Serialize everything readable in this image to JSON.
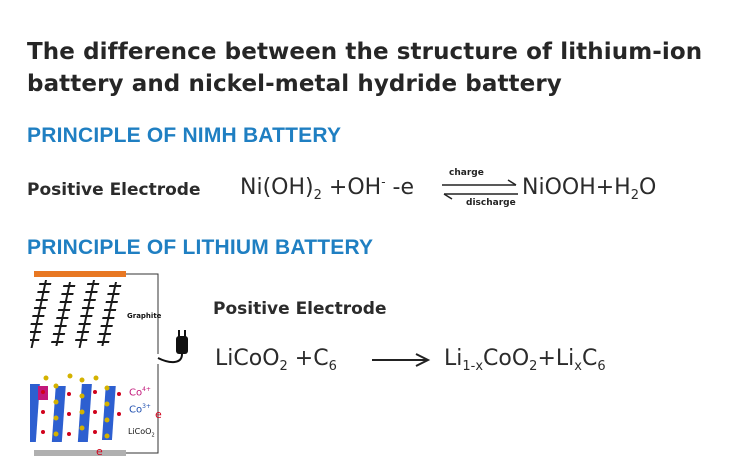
{
  "title_line1": "The difference between the structure of lithium-ion",
  "title_line2": "battery and nickel-metal hydride battery",
  "nimh": {
    "heading": "PRINCIPLE OF NIMH BATTERY",
    "label": "Positive Electrode",
    "lhs_ni": "Ni(OH)",
    "lhs_sub2": "2",
    "lhs_oh": " +OH",
    "lhs_sup": "-",
    "lhs_e": " -e",
    "arrow_top": "charge",
    "arrow_bottom": "discharge",
    "rhs_main": "NiOOH+H",
    "rhs_sub2": "2",
    "rhs_o": "O"
  },
  "li": {
    "heading": "PRINCIPLE OF LITHIUM BATTERY",
    "label": "Positive Electrode",
    "lhs_a": "LiCoO",
    "lhs_sub_a": "2",
    "lhs_b": " +C",
    "lhs_sub_b": "6",
    "rhs_a": "Li",
    "rhs_sub_a": "1-x",
    "rhs_b": "CoO",
    "rhs_sub_b": "2",
    "rhs_c": "+Li",
    "rhs_sub_c": "x",
    "rhs_d": "C",
    "rhs_sub_d": "6"
  },
  "diagram": {
    "graphite_label": "Graphite",
    "co4": "Co",
    "co4_sup": "4+",
    "co3": "Co",
    "co3_sup": "3+",
    "licoo": "LiCoO",
    "licoo_sub": "2",
    "e_label": "e",
    "colors": {
      "top_bar": "#e87722",
      "bottom_bar": "#b0b0b0",
      "heading_blue": "#1f7fc2",
      "co4": "#c2187a",
      "co3": "#1f4fb0",
      "electron": "#d0021b",
      "lithium": "#d4b200"
    }
  }
}
